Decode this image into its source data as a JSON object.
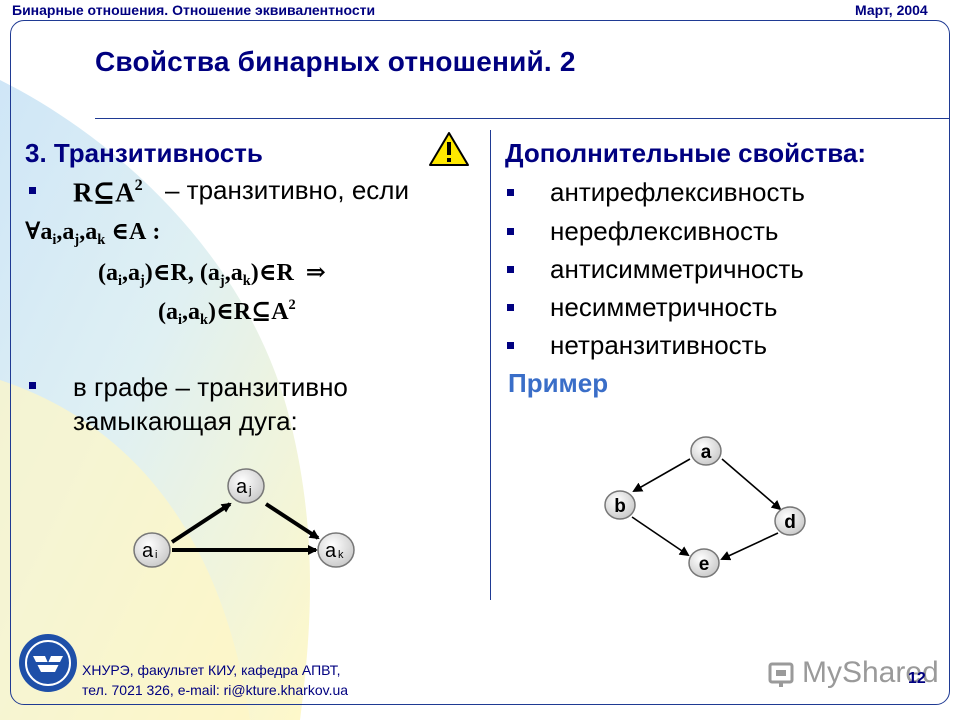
{
  "header": {
    "left": "Бинарные отношения. Отношение эквивалентности",
    "right": "Март, 2004"
  },
  "title": "Свойства бинарных отношений. 2",
  "left": {
    "heading": "3. Транзитивность",
    "bullet1": {
      "formula_r": "R",
      "formula_subset": "⊆",
      "formula_a": "A",
      "formula_exp": "2",
      "text": " – транзитивно, если"
    },
    "quantifier": {
      "forall": "∀",
      "a": "a",
      "i": "i",
      "j": "j",
      "k": "k",
      "in_a": "∈A",
      "colon": ":"
    },
    "line3": {
      "open": "(a",
      "i": "i",
      "comma": ",a",
      "j": "j",
      "close_in_r": ")∈R, (a",
      "j2": "j",
      "comma2": ",a",
      "k": "k",
      "close_in_r2": ")∈R",
      "implies": "⇒"
    },
    "line4": {
      "open": "(a",
      "i": "i",
      "comma": ",a",
      "k": "k",
      "close": ")∈R⊆A",
      "exp": "2"
    },
    "bullet2_line1": "в графе – транзитивно",
    "bullet2_line2": "замыкающая дуга:",
    "graph": {
      "node_i": "a",
      "node_i_sub": "i",
      "node_j": "a",
      "node_j_sub": "j",
      "node_k": "a",
      "node_k_sub": "k"
    }
  },
  "right": {
    "heading": "Дополнительные свойства:",
    "items": [
      "антирефлексивность",
      "нерефлексивность",
      "антисимметричность",
      "несимметричность",
      "нетранзитивность"
    ],
    "example_label": "Пример",
    "graph": {
      "nodes": [
        "a",
        "b",
        "d",
        "e"
      ]
    }
  },
  "footer": {
    "line1": "ХНУРЭ, факультет КИУ,  кафедра АПВТ,",
    "line2": "тел. 7021 326, e-mail: ri@kture.kharkov.ua",
    "page": "12",
    "watermark": "MyShared"
  },
  "colors": {
    "navy": "#000080",
    "frame": "#1f3a93",
    "example": "#3a6ec8",
    "blob_yellow": "#fff8c8",
    "blob_blue": "#cfe6f7"
  },
  "icons": [
    "warning-icon",
    "university-logo",
    "presentation-logo"
  ]
}
